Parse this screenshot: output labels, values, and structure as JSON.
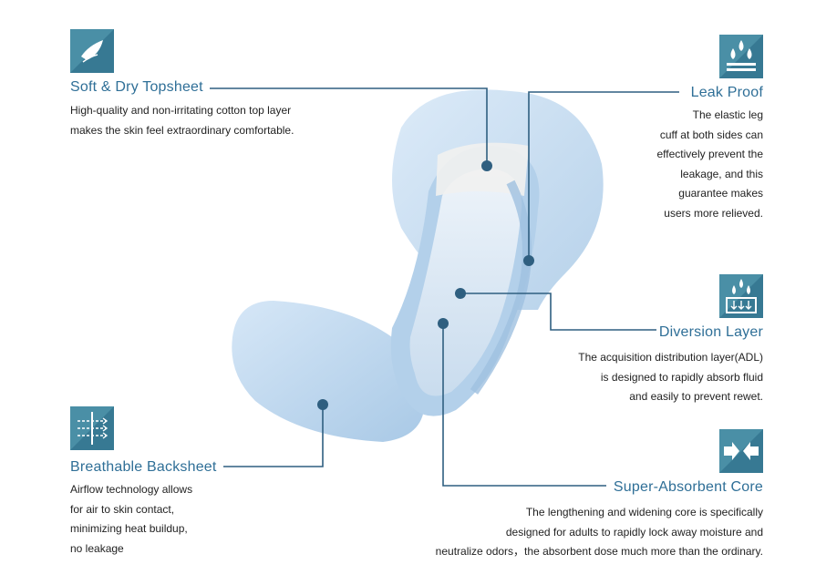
{
  "features": {
    "topsheet": {
      "icon": "leaf-drop-icon",
      "title": "Soft & Dry Topsheet",
      "lines": [
        "High-quality and non-irritating cotton top layer",
        "makes the skin feel extraordinary comfortable."
      ]
    },
    "leak_proof": {
      "icon": "water-drops-icon",
      "title": "Leak Proof",
      "lines": [
        "The elastic leg",
        "cuff at both sides can",
        "effectively prevent the",
        "leakage, and this",
        "guarantee makes",
        "users more relieved."
      ]
    },
    "diversion": {
      "icon": "diversion-drops-icon",
      "title": "Diversion Layer",
      "lines": [
        "The acquisition distribution layer(ADL)",
        "is designed to rapidly absorb fluid",
        "and easily to prevent rewet."
      ]
    },
    "backsheet": {
      "icon": "airflow-icon",
      "title": "Breathable Backsheet",
      "lines": [
        "Airflow technology allows",
        "for air to skin contact,",
        "minimizing heat buildup,",
        "no leakage"
      ]
    },
    "core": {
      "icon": "compress-arrows-icon",
      "title": "Super-Absorbent Core",
      "lines": [
        "The lengthening and widening core is specifically",
        "designed for adults to rapidly lock away moisture and",
        "neutralize odors，the absorbent dose much more than the ordinary."
      ]
    }
  },
  "colors": {
    "accent": "#2f6f97",
    "icon_bg": "#4a8fa6",
    "line": "#2f5f80",
    "product": "#bcd7ee"
  }
}
